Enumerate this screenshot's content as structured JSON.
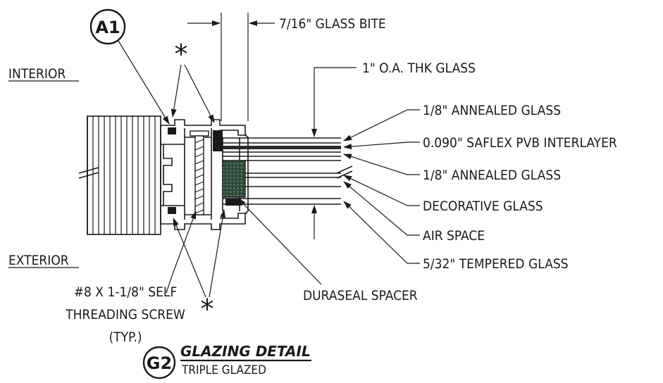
{
  "colors": {
    "ink": "#1a1a1a",
    "spacer": "#2f4a3a",
    "pvb": "#2a2a2a"
  },
  "bubbles": {
    "a1": "A1",
    "g2": "G2"
  },
  "sides": {
    "interior": "INTERIOR",
    "exterior": "EXTERIOR"
  },
  "marks": {
    "asterisk": "*"
  },
  "dimensions": {
    "glass_bite": "7/16\" GLASS BITE",
    "overall": "1\" O.A. THK GLASS"
  },
  "callouts": [
    "1/8\" ANNEALED GLASS",
    "0.090\" SAFLEX PVB INTERLAYER",
    "1/8\" ANNEALED GLASS",
    "DECORATIVE GLASS",
    "AIR SPACE",
    "5/32\" TEMPERED GLASS"
  ],
  "screw_note": [
    "#8 X 1-1/8\" SELF",
    "THREADING SCREW",
    "(TYP.)"
  ],
  "spacer_note": "DURASEAL SPACER",
  "title": {
    "main": "GLAZING DETAIL",
    "sub": "TRIPLE GLAZED"
  }
}
